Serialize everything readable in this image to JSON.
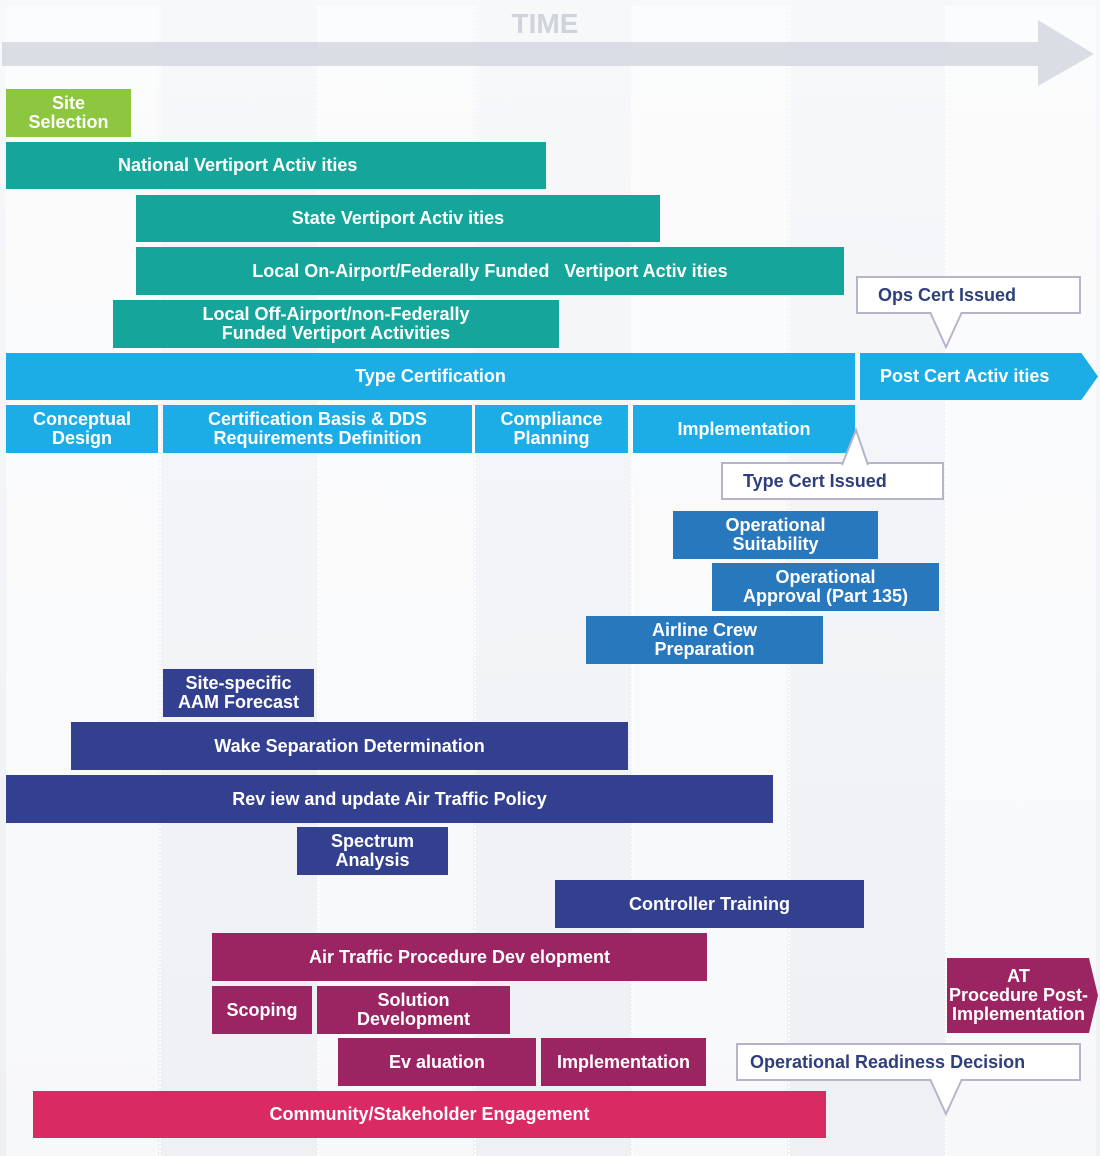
{
  "time_label": "TIME",
  "colors": {
    "site": "#8dc63f",
    "vertiport": "#15a59a",
    "certification": "#1cace6",
    "operations": "#2878be",
    "air_traffic": "#33408f",
    "procedure": "#9b2463",
    "community": "#d92a64",
    "callout_text": "#2e3f7c"
  },
  "bars": [
    {
      "id": "site-selection",
      "label": "Site\nSelection",
      "group": "site"
    },
    {
      "id": "national-vertiport",
      "label": "National Vertiport Activ ities",
      "group": "vertiport"
    },
    {
      "id": "state-vertiport",
      "label": "State Vertiport Activ ities",
      "group": "vertiport"
    },
    {
      "id": "local-on-airport",
      "label": "Local On-Airport/Federally Funded   Vertiport Activ ities",
      "group": "vertiport"
    },
    {
      "id": "local-off-airport",
      "label": "Local Off-Airport/non-Federally\nFunded Vertiport Activities",
      "group": "vertiport"
    },
    {
      "id": "type-certification",
      "label": "Type Certification",
      "group": "certification"
    },
    {
      "id": "post-cert",
      "label": "Post Cert Activ ities",
      "group": "certification"
    },
    {
      "id": "conceptual-design",
      "label": "Conceptual\nDesign",
      "group": "certification"
    },
    {
      "id": "cert-basis",
      "label": "Certification Basis & DDS\nRequirements Definition",
      "group": "certification"
    },
    {
      "id": "compliance-planning",
      "label": "Compliance\nPlanning",
      "group": "certification"
    },
    {
      "id": "cert-implementation",
      "label": "Implementation",
      "group": "certification"
    },
    {
      "id": "operational-suitability",
      "label": "Operational\nSuitability",
      "group": "operations"
    },
    {
      "id": "operational-approval",
      "label": "Operational\nApproval (Part 135)",
      "group": "operations"
    },
    {
      "id": "airline-crew",
      "label": "Airline Crew\nPreparation",
      "group": "operations"
    },
    {
      "id": "aam-forecast",
      "label": "Site-specific\nAAM Forecast",
      "group": "air_traffic"
    },
    {
      "id": "wake-separation",
      "label": "Wake Separation Determination",
      "group": "air_traffic"
    },
    {
      "id": "air-traffic-policy",
      "label": "Rev iew and update Air Traffic Policy",
      "group": "air_traffic"
    },
    {
      "id": "spectrum-analysis",
      "label": "Spectrum\nAnalysis",
      "group": "air_traffic"
    },
    {
      "id": "controller-training",
      "label": "Controller Training",
      "group": "air_traffic"
    },
    {
      "id": "procedure-development",
      "label": "Air Traffic Procedure Dev elopment",
      "group": "procedure"
    },
    {
      "id": "scoping",
      "label": "Scoping",
      "group": "procedure"
    },
    {
      "id": "solution-development",
      "label": "Solution\nDevelopment",
      "group": "procedure"
    },
    {
      "id": "evaluation",
      "label": "Ev aluation",
      "group": "procedure"
    },
    {
      "id": "procedure-implementation",
      "label": "Implementation",
      "group": "procedure"
    },
    {
      "id": "at-post-implementation",
      "label": "AT\nProcedure Post-\nImplementation",
      "group": "procedure"
    },
    {
      "id": "community-engagement",
      "label": "Community/Stakeholder Engagement",
      "group": "community"
    }
  ],
  "callouts": [
    {
      "id": "ops-cert-issued",
      "label": "Ops Cert Issued"
    },
    {
      "id": "type-cert-issued",
      "label": "Type Cert Issued"
    },
    {
      "id": "operational-readiness",
      "label": "Operational Readiness Decision"
    }
  ]
}
